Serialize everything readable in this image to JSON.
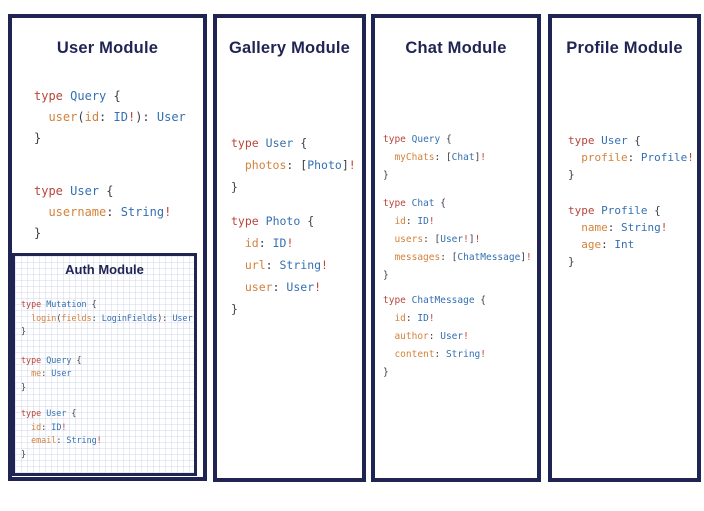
{
  "colors": {
    "navy": "#1f2453",
    "code_keyword": "#b8453b",
    "code_typename": "#3470b2",
    "code_field": "#d4823c",
    "code_punct": "#3d3d46",
    "code_bang": "#c0443a"
  },
  "panels": {
    "user": {
      "title": "User Module",
      "blocks": [
        [
          [
            {
              "c": "k",
              "t": "type"
            },
            {
              "c": "p",
              "t": " "
            },
            {
              "c": "t",
              "t": "Query"
            },
            {
              "c": "p",
              "t": " {"
            }
          ],
          [
            {
              "c": "p",
              "t": "  "
            },
            {
              "c": "f",
              "t": "user"
            },
            {
              "c": "p",
              "t": "("
            },
            {
              "c": "f",
              "t": "id"
            },
            {
              "c": "p",
              "t": ": "
            },
            {
              "c": "t",
              "t": "ID"
            },
            {
              "c": "b",
              "t": "!"
            },
            {
              "c": "p",
              "t": "): "
            },
            {
              "c": "t",
              "t": "User"
            }
          ],
          [
            {
              "c": "p",
              "t": "}"
            }
          ]
        ],
        [
          [
            {
              "c": "k",
              "t": "type"
            },
            {
              "c": "p",
              "t": " "
            },
            {
              "c": "t",
              "t": "User"
            },
            {
              "c": "p",
              "t": " {"
            }
          ],
          [
            {
              "c": "p",
              "t": "  "
            },
            {
              "c": "f",
              "t": "username"
            },
            {
              "c": "p",
              "t": ": "
            },
            {
              "c": "t",
              "t": "String"
            },
            {
              "c": "b",
              "t": "!"
            }
          ],
          [
            {
              "c": "p",
              "t": "}"
            }
          ]
        ]
      ]
    },
    "auth": {
      "title": "Auth Module",
      "blocks": [
        [
          [
            {
              "c": "k",
              "t": "type"
            },
            {
              "c": "p",
              "t": " "
            },
            {
              "c": "t",
              "t": "Mutation"
            },
            {
              "c": "p",
              "t": " {"
            }
          ],
          [
            {
              "c": "p",
              "t": "  "
            },
            {
              "c": "f",
              "t": "login"
            },
            {
              "c": "p",
              "t": "("
            },
            {
              "c": "f",
              "t": "fields"
            },
            {
              "c": "p",
              "t": ": "
            },
            {
              "c": "t",
              "t": "LoginFields"
            },
            {
              "c": "p",
              "t": "): "
            },
            {
              "c": "t",
              "t": "User"
            }
          ],
          [
            {
              "c": "p",
              "t": "}"
            }
          ]
        ],
        [
          [
            {
              "c": "k",
              "t": "type"
            },
            {
              "c": "p",
              "t": " "
            },
            {
              "c": "t",
              "t": "Query"
            },
            {
              "c": "p",
              "t": " {"
            }
          ],
          [
            {
              "c": "p",
              "t": "  "
            },
            {
              "c": "f",
              "t": "me"
            },
            {
              "c": "p",
              "t": ": "
            },
            {
              "c": "t",
              "t": "User"
            }
          ],
          [
            {
              "c": "p",
              "t": "}"
            }
          ]
        ],
        [
          [
            {
              "c": "k",
              "t": "type"
            },
            {
              "c": "p",
              "t": " "
            },
            {
              "c": "t",
              "t": "User"
            },
            {
              "c": "p",
              "t": " {"
            }
          ],
          [
            {
              "c": "p",
              "t": "  "
            },
            {
              "c": "f",
              "t": "id"
            },
            {
              "c": "p",
              "t": ": "
            },
            {
              "c": "t",
              "t": "ID"
            },
            {
              "c": "b",
              "t": "!"
            }
          ],
          [
            {
              "c": "p",
              "t": "  "
            },
            {
              "c": "f",
              "t": "email"
            },
            {
              "c": "p",
              "t": ": "
            },
            {
              "c": "t",
              "t": "String"
            },
            {
              "c": "b",
              "t": "!"
            }
          ],
          [
            {
              "c": "p",
              "t": "}"
            }
          ]
        ]
      ]
    },
    "gallery": {
      "title": "Gallery Module",
      "blocks": [
        [
          [
            {
              "c": "k",
              "t": "type"
            },
            {
              "c": "p",
              "t": " "
            },
            {
              "c": "t",
              "t": "User"
            },
            {
              "c": "p",
              "t": " {"
            }
          ],
          [
            {
              "c": "p",
              "t": "  "
            },
            {
              "c": "f",
              "t": "photos"
            },
            {
              "c": "p",
              "t": ": ["
            },
            {
              "c": "t",
              "t": "Photo"
            },
            {
              "c": "p",
              "t": "]"
            },
            {
              "c": "b",
              "t": "!"
            }
          ],
          [
            {
              "c": "p",
              "t": "}"
            }
          ]
        ],
        [
          [
            {
              "c": "k",
              "t": "type"
            },
            {
              "c": "p",
              "t": " "
            },
            {
              "c": "t",
              "t": "Photo"
            },
            {
              "c": "p",
              "t": " {"
            }
          ],
          [
            {
              "c": "p",
              "t": "  "
            },
            {
              "c": "f",
              "t": "id"
            },
            {
              "c": "p",
              "t": ": "
            },
            {
              "c": "t",
              "t": "ID"
            },
            {
              "c": "b",
              "t": "!"
            }
          ],
          [
            {
              "c": "p",
              "t": "  "
            },
            {
              "c": "f",
              "t": "url"
            },
            {
              "c": "p",
              "t": ": "
            },
            {
              "c": "t",
              "t": "String"
            },
            {
              "c": "b",
              "t": "!"
            }
          ],
          [
            {
              "c": "p",
              "t": "  "
            },
            {
              "c": "f",
              "t": "user"
            },
            {
              "c": "p",
              "t": ": "
            },
            {
              "c": "t",
              "t": "User"
            },
            {
              "c": "b",
              "t": "!"
            }
          ],
          [
            {
              "c": "p",
              "t": "}"
            }
          ]
        ]
      ]
    },
    "chat": {
      "title": "Chat Module",
      "blocks": [
        [
          [
            {
              "c": "k",
              "t": "type"
            },
            {
              "c": "p",
              "t": " "
            },
            {
              "c": "t",
              "t": "Query"
            },
            {
              "c": "p",
              "t": " {"
            }
          ],
          [
            {
              "c": "p",
              "t": "  "
            },
            {
              "c": "f",
              "t": "myChats"
            },
            {
              "c": "p",
              "t": ": ["
            },
            {
              "c": "t",
              "t": "Chat"
            },
            {
              "c": "p",
              "t": "]"
            },
            {
              "c": "b",
              "t": "!"
            }
          ],
          [
            {
              "c": "p",
              "t": "}"
            }
          ]
        ],
        [
          [
            {
              "c": "k",
              "t": "type"
            },
            {
              "c": "p",
              "t": " "
            },
            {
              "c": "t",
              "t": "Chat"
            },
            {
              "c": "p",
              "t": " {"
            }
          ],
          [
            {
              "c": "p",
              "t": "  "
            },
            {
              "c": "f",
              "t": "id"
            },
            {
              "c": "p",
              "t": ": "
            },
            {
              "c": "t",
              "t": "ID"
            },
            {
              "c": "b",
              "t": "!"
            }
          ],
          [
            {
              "c": "p",
              "t": "  "
            },
            {
              "c": "f",
              "t": "users"
            },
            {
              "c": "p",
              "t": ": ["
            },
            {
              "c": "t",
              "t": "User"
            },
            {
              "c": "b",
              "t": "!"
            },
            {
              "c": "p",
              "t": "]"
            },
            {
              "c": "b",
              "t": "!"
            }
          ],
          [
            {
              "c": "p",
              "t": "  "
            },
            {
              "c": "f",
              "t": "messages"
            },
            {
              "c": "p",
              "t": ": ["
            },
            {
              "c": "t",
              "t": "ChatMessage"
            },
            {
              "c": "p",
              "t": "]"
            },
            {
              "c": "b",
              "t": "!"
            }
          ],
          [
            {
              "c": "p",
              "t": "}"
            }
          ]
        ],
        [
          [
            {
              "c": "k",
              "t": "type"
            },
            {
              "c": "p",
              "t": " "
            },
            {
              "c": "t",
              "t": "ChatMessage"
            },
            {
              "c": "p",
              "t": " {"
            }
          ],
          [
            {
              "c": "p",
              "t": "  "
            },
            {
              "c": "f",
              "t": "id"
            },
            {
              "c": "p",
              "t": ": "
            },
            {
              "c": "t",
              "t": "ID"
            },
            {
              "c": "b",
              "t": "!"
            }
          ],
          [
            {
              "c": "p",
              "t": "  "
            },
            {
              "c": "f",
              "t": "author"
            },
            {
              "c": "p",
              "t": ": "
            },
            {
              "c": "t",
              "t": "User"
            },
            {
              "c": "b",
              "t": "!"
            }
          ],
          [
            {
              "c": "p",
              "t": "  "
            },
            {
              "c": "f",
              "t": "content"
            },
            {
              "c": "p",
              "t": ": "
            },
            {
              "c": "t",
              "t": "String"
            },
            {
              "c": "b",
              "t": "!"
            }
          ],
          [
            {
              "c": "p",
              "t": "}"
            }
          ]
        ]
      ]
    },
    "profile": {
      "title": "Profile Module",
      "blocks": [
        [
          [
            {
              "c": "k",
              "t": "type"
            },
            {
              "c": "p",
              "t": " "
            },
            {
              "c": "t",
              "t": "User"
            },
            {
              "c": "p",
              "t": " {"
            }
          ],
          [
            {
              "c": "p",
              "t": "  "
            },
            {
              "c": "f",
              "t": "profile"
            },
            {
              "c": "p",
              "t": ": "
            },
            {
              "c": "t",
              "t": "Profile"
            },
            {
              "c": "b",
              "t": "!"
            }
          ],
          [
            {
              "c": "p",
              "t": "}"
            }
          ]
        ],
        [
          [
            {
              "c": "k",
              "t": "type"
            },
            {
              "c": "p",
              "t": " "
            },
            {
              "c": "t",
              "t": "Profile"
            },
            {
              "c": "p",
              "t": " {"
            }
          ],
          [
            {
              "c": "p",
              "t": "  "
            },
            {
              "c": "f",
              "t": "name"
            },
            {
              "c": "p",
              "t": ": "
            },
            {
              "c": "t",
              "t": "String"
            },
            {
              "c": "b",
              "t": "!"
            }
          ],
          [
            {
              "c": "p",
              "t": "  "
            },
            {
              "c": "f",
              "t": "age"
            },
            {
              "c": "p",
              "t": ": "
            },
            {
              "c": "t",
              "t": "Int"
            }
          ],
          [
            {
              "c": "p",
              "t": "}"
            }
          ]
        ]
      ]
    }
  }
}
